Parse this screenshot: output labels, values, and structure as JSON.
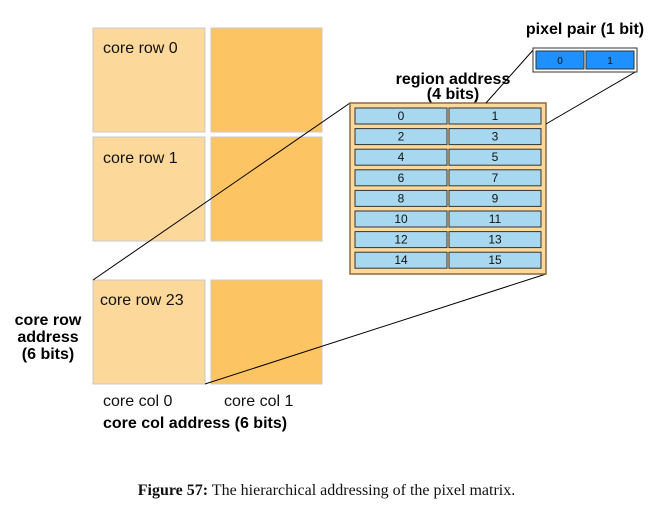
{
  "colors": {
    "core_light": "#FDD89B",
    "core_dark": "#FDC464",
    "core_border": "#c8c8c8",
    "region_bg": "#FDD89B",
    "region_border": "#8B6B3E",
    "cell_fill": "#A8D8F0",
    "pair_fill": "#1E90FF",
    "line": "#000000"
  },
  "cores": {
    "row0_label": "core row 0",
    "row1_label": "core row 1",
    "row23_label": "core row 23",
    "col0_label": "core col 0",
    "col1_label": "core col 1"
  },
  "row_address": {
    "line1": "core row",
    "line2": "address",
    "line3": "(6 bits)"
  },
  "col_address": "core col address (6 bits)",
  "region": {
    "title_line1": "region address",
    "title_line2": "(4 bits)",
    "cells": [
      "0",
      "1",
      "2",
      "3",
      "4",
      "5",
      "6",
      "7",
      "8",
      "9",
      "10",
      "11",
      "12",
      "13",
      "14",
      "15"
    ]
  },
  "pixel_pair": {
    "title": "pixel pair (1 bit)",
    "cells": [
      "0",
      "1"
    ]
  },
  "caption": {
    "label": "Figure 57:",
    "text": " The hierarchical addressing of the pixel matrix."
  }
}
